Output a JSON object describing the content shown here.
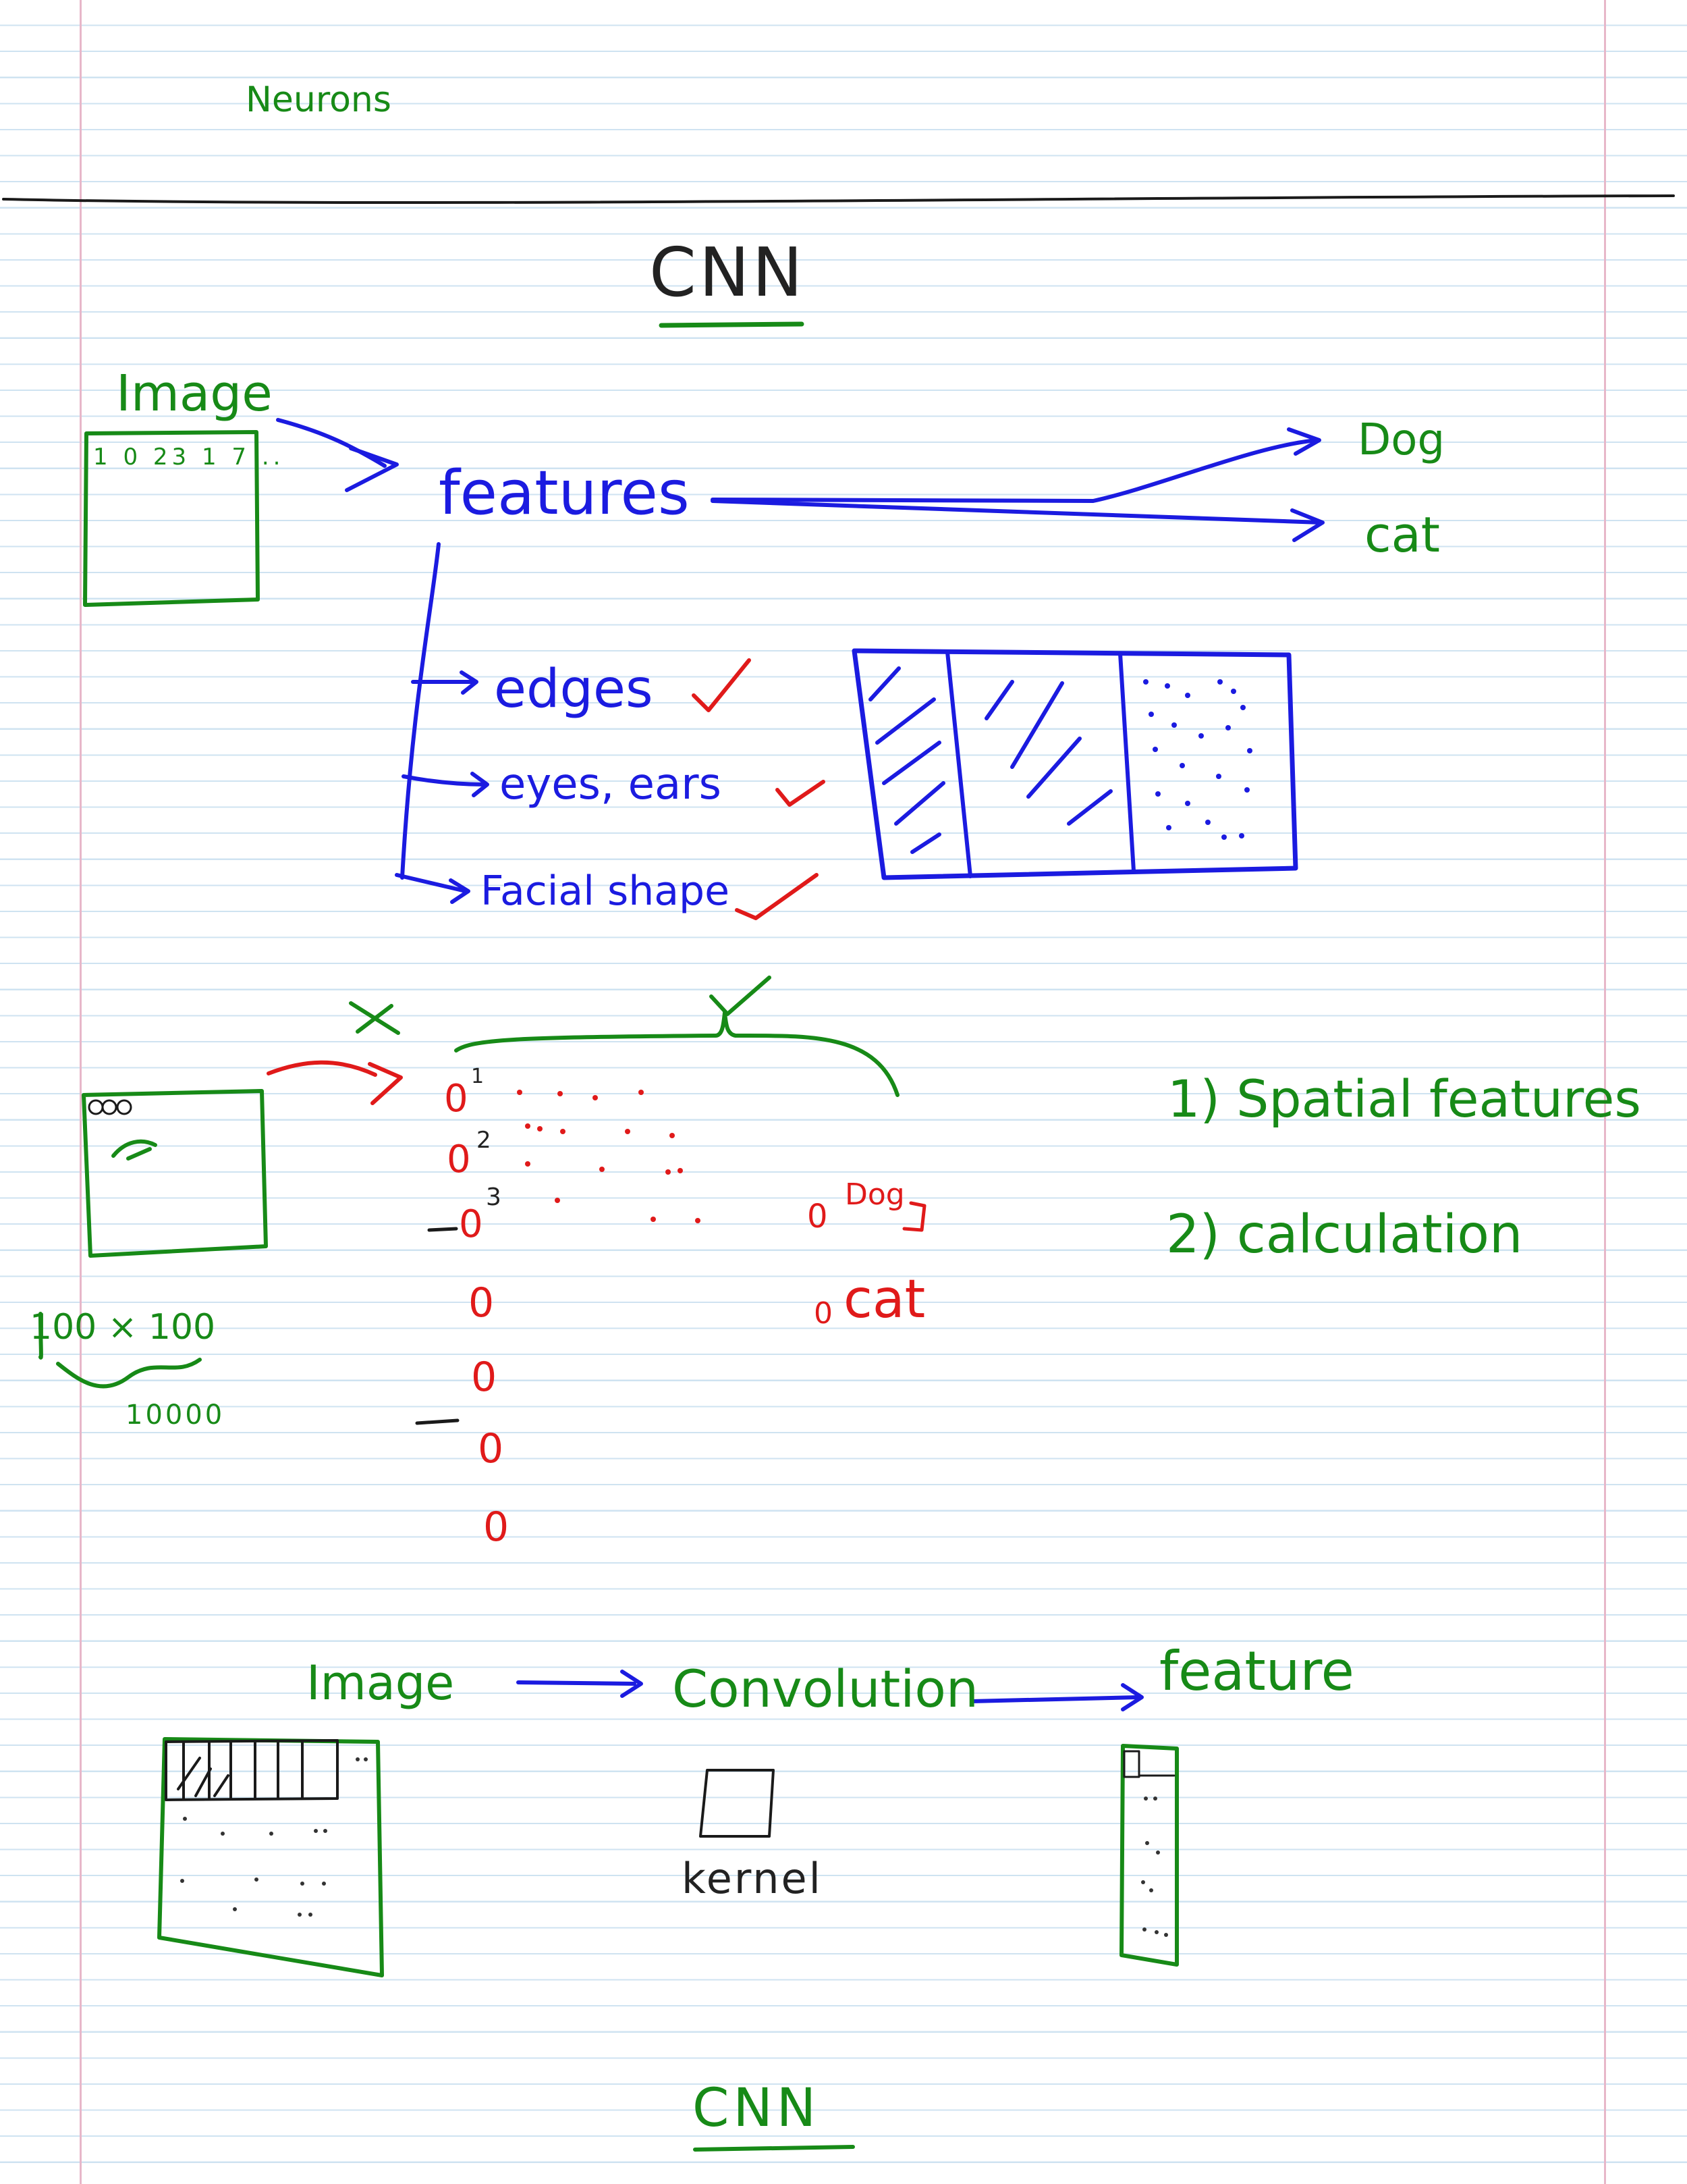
{
  "page": {
    "background": "#ffffff",
    "rule_color": "#cfe3f1",
    "margin_color": "#e7b7c9"
  },
  "colors": {
    "green": "#178a17",
    "blue": "#1b1be0",
    "red": "#e01a1a",
    "black": "#1a1a1a"
  },
  "top_note": "Neurons",
  "title": "CNN",
  "section1": {
    "image_label": "Image",
    "image_box_text": "1 0 23 1 7 ..",
    "features": "features",
    "outputs": [
      "Dog",
      "cat"
    ],
    "feature_types": [
      {
        "label": "edges",
        "check": "✓"
      },
      {
        "label": "eyes, ears",
        "check": "✓"
      },
      {
        "label": "Facial shape",
        "check": "✓"
      }
    ]
  },
  "section2": {
    "cross": "×",
    "tick": "✓",
    "neuron_numbers": [
      "1",
      "2",
      "3"
    ],
    "neuron_glyph": "0",
    "outputs": [
      "Dog",
      "cat"
    ],
    "size_label": "100 × 100",
    "size_total": "10000",
    "points": [
      "1) Spatial features",
      "2) calculation"
    ]
  },
  "section3": {
    "image": "Image",
    "convolution": "Convolution",
    "feature": "feature",
    "kernel": "kernel"
  },
  "footer_title": "CNN"
}
